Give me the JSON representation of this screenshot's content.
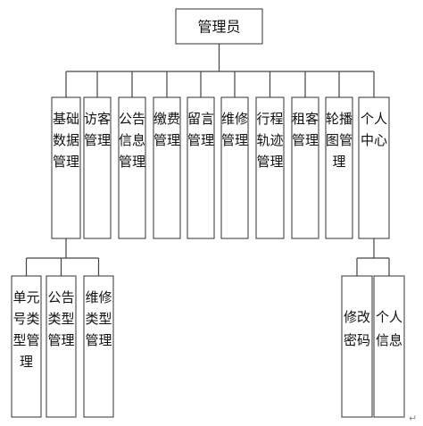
{
  "root": {
    "label": "管理员"
  },
  "modules": [
    {
      "id": "basic-data",
      "label": "基础数据管理"
    },
    {
      "id": "visitor",
      "label": "访客管理"
    },
    {
      "id": "notice-info",
      "label": "公告信息管理"
    },
    {
      "id": "payment",
      "label": "缴费管理"
    },
    {
      "id": "message",
      "label": "留言管理"
    },
    {
      "id": "repair",
      "label": "维修管理"
    },
    {
      "id": "trajectory",
      "label": "行程轨迹管理"
    },
    {
      "id": "tenant",
      "label": "租客管理"
    },
    {
      "id": "carousel",
      "label": "轮播图管理"
    },
    {
      "id": "personal-center",
      "label": "个人中心"
    }
  ],
  "basic_data_children": [
    {
      "id": "unit-type",
      "label": "单元号类型管理"
    },
    {
      "id": "notice-type",
      "label": "公告类型管理"
    },
    {
      "id": "repair-type",
      "label": "维修类型管理"
    }
  ],
  "personal_center_children": [
    {
      "id": "change-password",
      "label": "修改密码"
    },
    {
      "id": "personal-info",
      "label": "个人信息"
    }
  ],
  "trailing_mark": "↵",
  "colors": {
    "line": "#444444",
    "border": "#333333",
    "text": "#111111"
  }
}
